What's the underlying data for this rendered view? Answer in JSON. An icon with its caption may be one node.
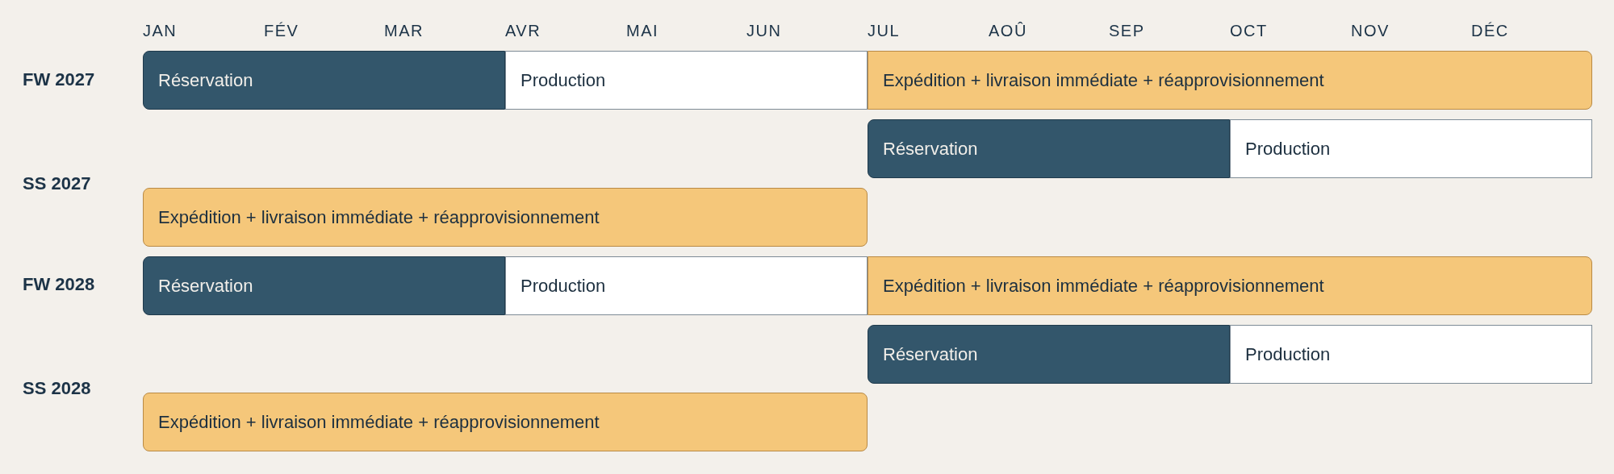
{
  "diagram": {
    "nodes": [
      {
        "text": [
          "Réservation"
        ]
      },
      {
        "text": [
          "Production"
        ]
      },
      {
        "text": [
          "Expédition + livraison immédiate + réapprovisionnement"
        ]
      },
      {
        "text": [
          "Réservation"
        ]
      },
      {
        "text": [
          "Production"
        ]
      },
      {
        "text": [
          "Expédition + livraison immédiate + réapprovisionnement"
        ]
      },
      {
        "text": [
          "Réservation"
        ]
      },
      {
        "text": [
          "Production"
        ]
      },
      {
        "text": [
          "Expédition + livraison immédiate + réapprovisionnement"
        ]
      },
      {
        "text": [
          "Réservation"
        ]
      },
      {
        "text": [
          "Production"
        ]
      },
      {
        "text": [
          "Expédition + livraison immédiate + réapprovisionnement"
        ]
      }
    ],
    "labels": [
      "JAN",
      "FÉV",
      "MAR",
      "AVR",
      "MAI",
      "JUN",
      "JUL",
      "AOÛ",
      "SEP",
      "OCT",
      "NOV",
      "DÉC",
      "FW 2027",
      "SS 2027",
      "FW 2028",
      "SS 2028"
    ]
  }
}
